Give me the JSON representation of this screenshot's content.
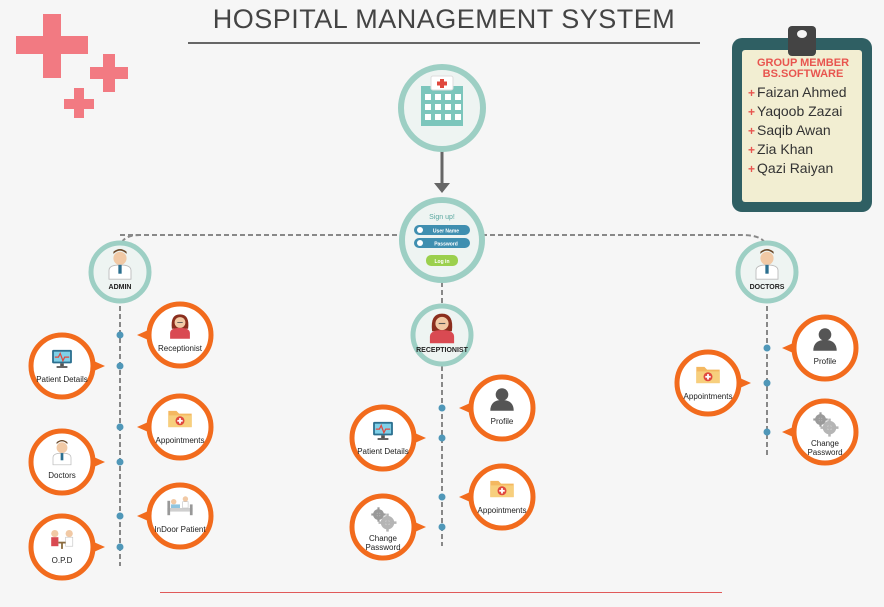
{
  "title": "HOSPITAL MANAGEMENT SYSTEM",
  "colors": {
    "accent_orange": "#f26b1d",
    "teal": "#9dcfc4",
    "pink": "#f27a82",
    "board": "#2f5f63"
  },
  "members_card": {
    "heading_line1": "GROUP MEMBER",
    "heading_line2": "BS.SOFTWARE",
    "members": [
      "Faizan Ahmed",
      "Yaqoob Zazai",
      "Saqib Awan",
      "Zia Khan",
      "Qazi Raiyan"
    ]
  },
  "login": {
    "heading": "Sign up!",
    "username_label": "User Name",
    "password_label": "Password",
    "button": "Log in"
  },
  "roles": {
    "admin": "ADMIN",
    "receptionist": "RECEPTIONIST",
    "doctors": "DOCTORS"
  },
  "admin_items": [
    "Receptionist",
    "Patient Details",
    "Appointments",
    "Doctors",
    "InDoor Patient",
    "O.P.D"
  ],
  "receptionist_items": [
    "Profile",
    "Patient Details",
    "Appointments",
    "Change Password"
  ],
  "doctor_items": [
    "Profile",
    "Appointments",
    "Change Password"
  ],
  "icons": {
    "hospital": "hospital-icon",
    "admin": "businessman-icon",
    "receptionist": "receptionist-icon",
    "doctor": "doctor-icon",
    "monitor": "monitor-icon",
    "folder": "folder-icon",
    "profile": "profile-silhouette-icon",
    "gears": "gears-icon",
    "bed": "hospital-bed-icon",
    "opd": "consultation-icon"
  }
}
